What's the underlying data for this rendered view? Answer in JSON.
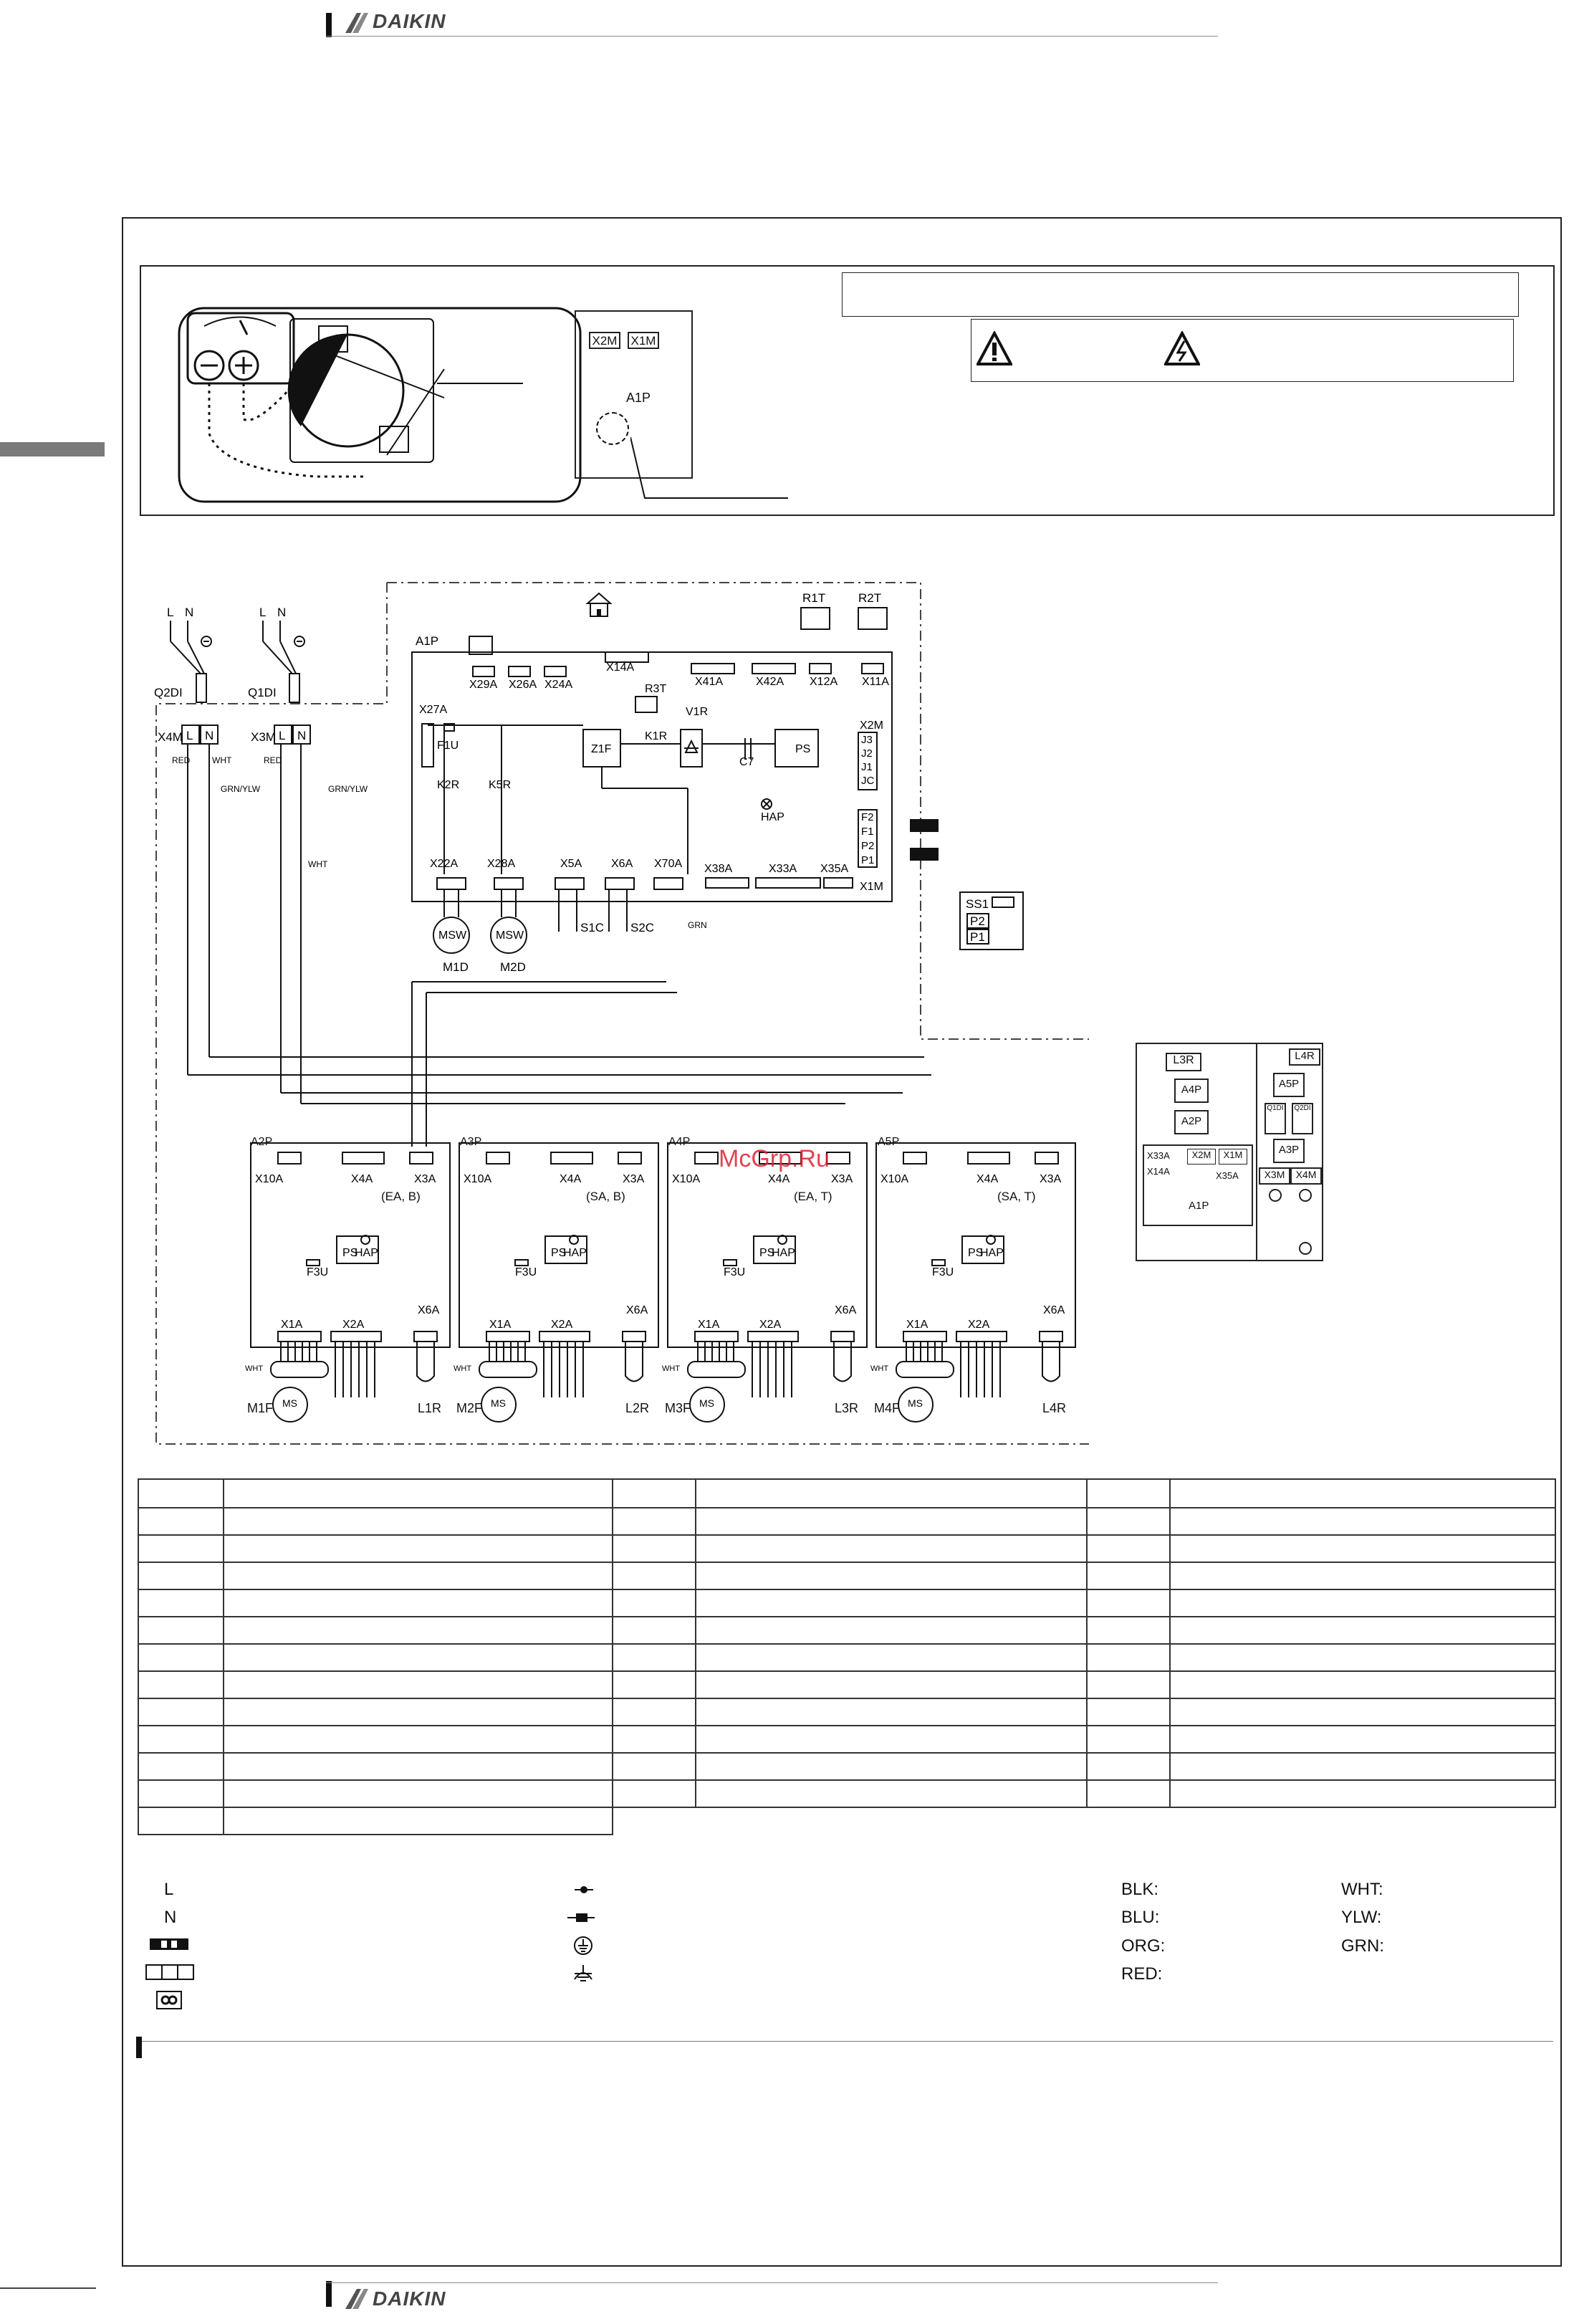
{
  "header": {
    "brand": "DAIKIN"
  },
  "footer": {
    "brand": "DAIKIN"
  },
  "watermark": "McGrp.Ru",
  "inset": {
    "a1p_label": "A1P",
    "x2m": "X2M",
    "x1m": "X1M"
  },
  "warning_icons": [
    "caution-icon",
    "electric-shock-icon"
  ],
  "diagram": {
    "plug_a": {
      "l": "L",
      "n": "N",
      "name": "Q2DI",
      "terminal": "X4M"
    },
    "plug_b": {
      "l": "L",
      "n": "N",
      "name": "Q1DI",
      "terminal": "X3M"
    },
    "wire_colors": {
      "red": "RED",
      "wht": "WHT",
      "grnylw": "GRN/YLW",
      "grn": "GRN"
    },
    "main_board": {
      "name": "A1P",
      "connectors_top": [
        "X29A",
        "X26A",
        "X24A",
        "X14A",
        "X41A",
        "X42A",
        "X12A",
        "X11A"
      ],
      "connectors_bottom": [
        "X22A",
        "X28A",
        "X5A",
        "X6A",
        "X70A",
        "X38A",
        "X33A",
        "X35A",
        "X1M"
      ],
      "parts": [
        "X27A",
        "F1U",
        "K2R",
        "K5R",
        "Z1F",
        "R3T",
        "K1R",
        "V1R",
        "C7",
        "PS",
        "HAP",
        "X2M"
      ],
      "x2m_pins": [
        "J3",
        "J2",
        "J1",
        "JC"
      ],
      "x1m_pins": [
        "F2",
        "F1",
        "P2",
        "P1"
      ],
      "sensors": [
        "R1T",
        "R2T"
      ]
    },
    "motors": [
      {
        "sw": "MSW",
        "name": "M1D"
      },
      {
        "sw": "MSW",
        "name": "M2D"
      }
    ],
    "switches": [
      "S1C",
      "S2C"
    ],
    "selector": {
      "name": "SS1",
      "p2": "P2",
      "p1": "P1"
    },
    "sub_boards": [
      {
        "name": "A2P",
        "mode": "(EA, B)",
        "fan": "M1F",
        "reactor": "L1R"
      },
      {
        "name": "A3P",
        "mode": "(SA, B)",
        "fan": "M2F",
        "reactor": "L2R"
      },
      {
        "name": "A4P",
        "mode": "(EA, T)",
        "fan": "M3F",
        "reactor": "L3R"
      },
      {
        "name": "A5P",
        "mode": "(SA, T)",
        "fan": "M4F",
        "reactor": "L4R"
      }
    ],
    "sub_board_labels": {
      "x10a": "X10A",
      "x4a": "X4A",
      "x3a": "X3A",
      "ps": "PS",
      "hap": "HAP",
      "f3u": "F3U",
      "x1a": "X1A",
      "x2a": "X2A",
      "x6a": "X6A",
      "ms": "MS",
      "wht": "WHT"
    },
    "layout_box": {
      "left": {
        "l3r": "L3R",
        "a4p": "A4P",
        "a2p": "A2P",
        "x33a": "X33A",
        "x2m": "X2M",
        "x1m": "X1M",
        "x14a": "X14A",
        "x35a": "X35A",
        "a1p": "A1P"
      },
      "right": {
        "l4r": "L4R",
        "a5p": "A5P",
        "q1di": "Q1DI",
        "q2di": "Q2DI",
        "a3p": "A3P",
        "x3m": "X3M",
        "x4m": "X4M"
      }
    }
  },
  "legend": {
    "left": [
      "L",
      "N"
    ],
    "colors": [
      {
        "code": "BLK:"
      },
      {
        "code": "BLU:"
      },
      {
        "code": "ORG:"
      },
      {
        "code": "RED:"
      },
      {
        "code": "WHT:"
      },
      {
        "code": "YLW:"
      },
      {
        "code": "GRN:"
      }
    ]
  }
}
